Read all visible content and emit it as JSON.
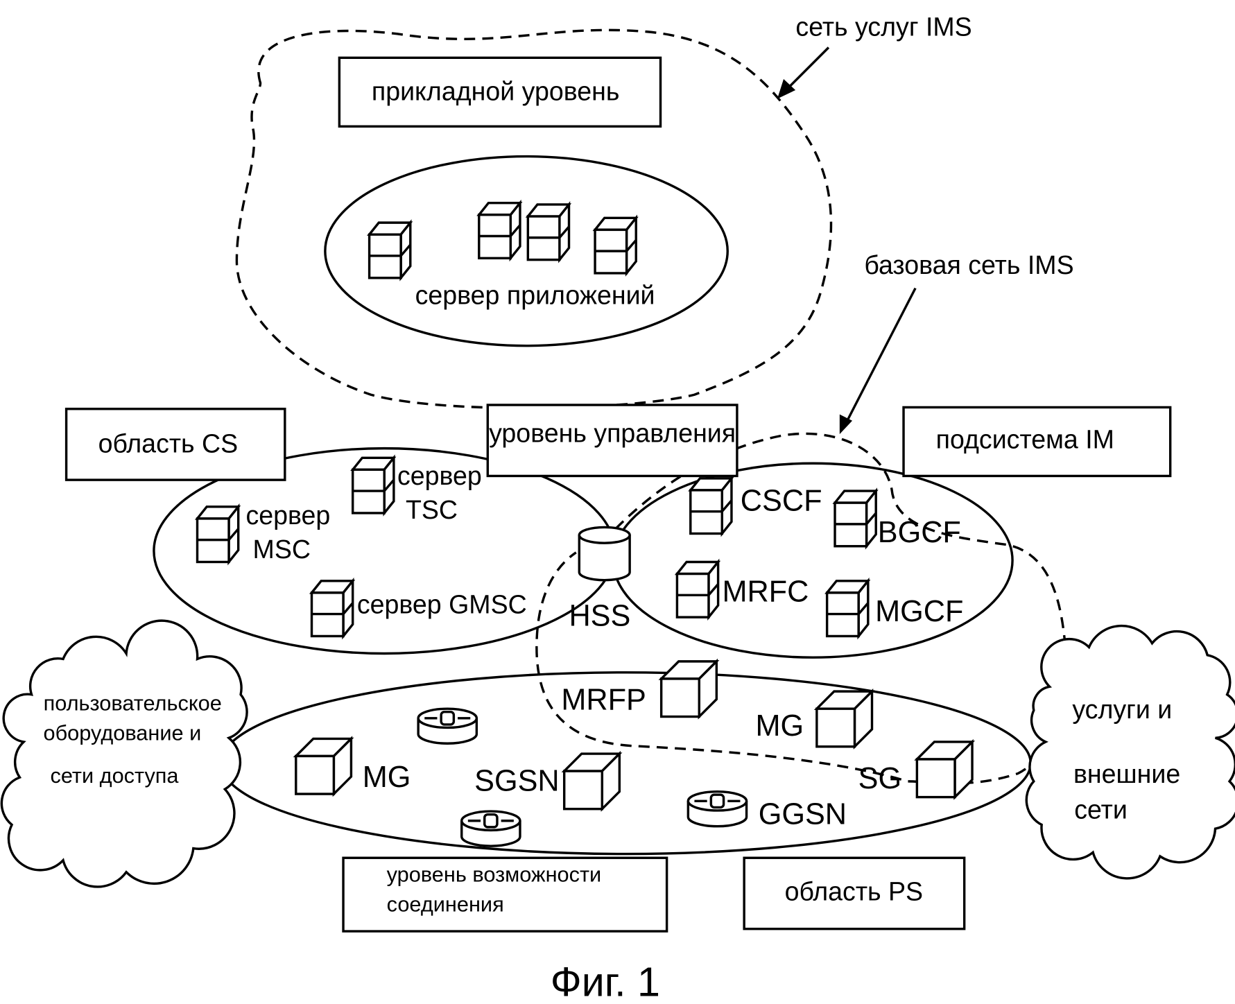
{
  "labels": {
    "ims_service_network": "сеть услуг IMS",
    "application_layer": "прикладной уровень",
    "application_server": "сервер приложений",
    "ims_core_network": "базовая сеть IMS",
    "cs_domain": "область CS",
    "control_layer": "уровень управления",
    "im_subsystem": "подсистема IM",
    "msc_server": [
      "сервер",
      "MSC"
    ],
    "tsc_server": [
      "сервер",
      "TSC"
    ],
    "gmsc_server": "сервер GMSC",
    "hss": "HSS",
    "cscf": "CSCF",
    "bgcf": "BGCF",
    "mrfc": "MRFC",
    "mgcf": "MGCF",
    "mrfp": "MRFP",
    "mg_right": "MG",
    "mg_left": "MG",
    "sgsn": "SGSN",
    "sg": "SG",
    "ggsn": "GGSN",
    "user_equipment": [
      "пользовательское",
      "оборудование и",
      "сети доступа"
    ],
    "external": [
      "услуги и",
      "внешние",
      "сети"
    ],
    "connectivity_layer": [
      "уровень возможности",
      "соединения"
    ],
    "ps_domain": "область PS",
    "figure_caption": "Фиг. 1"
  }
}
